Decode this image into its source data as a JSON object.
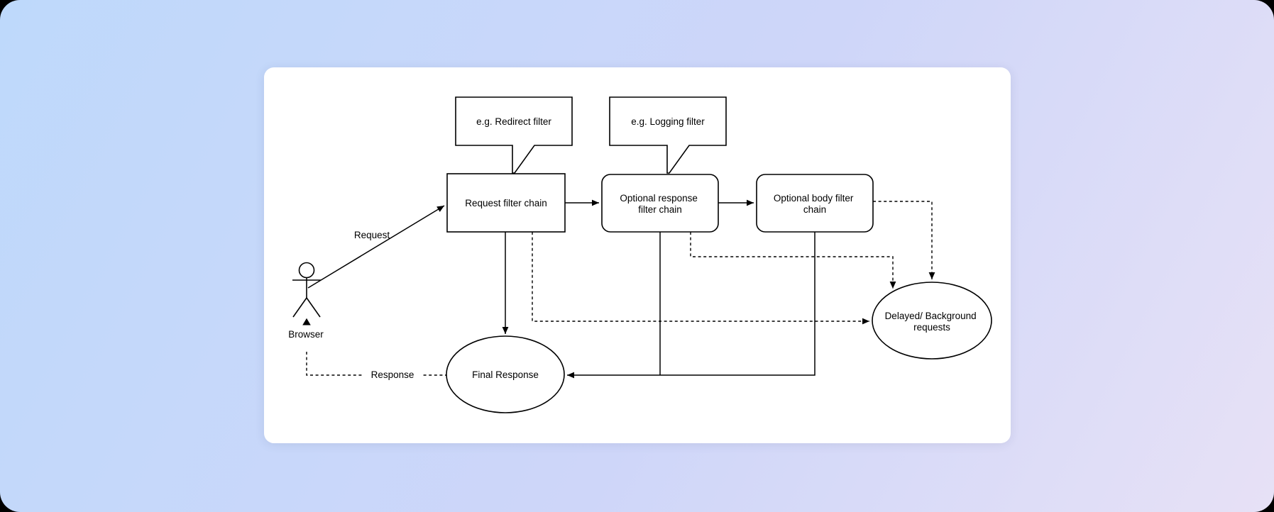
{
  "canvas": {
    "outer_background": "#000000",
    "gradient_start": "#bed9fb",
    "gradient_mid": "#ced6f9",
    "gradient_end": "#e7e1f6",
    "card_background": "#ffffff"
  },
  "diagram": {
    "stroke_color": "#000000",
    "text_color": "#000000",
    "callouts": {
      "redirect": {
        "label": "e.g. Redirect filter"
      },
      "logging": {
        "label": "e.g. Logging filter"
      }
    },
    "nodes": {
      "request_chain": {
        "label": "Request filter chain"
      },
      "response_chain": {
        "line1": "Optional response",
        "line2": "filter chain"
      },
      "body_chain": {
        "line1": "Optional body filter",
        "line2": "chain"
      },
      "delayed": {
        "line1": "Delayed/ Background",
        "line2": "requests"
      },
      "final": {
        "label": "Final Response"
      },
      "actor": {
        "label": "Browser"
      }
    },
    "edge_labels": {
      "request": "Request",
      "response": "Response"
    }
  }
}
